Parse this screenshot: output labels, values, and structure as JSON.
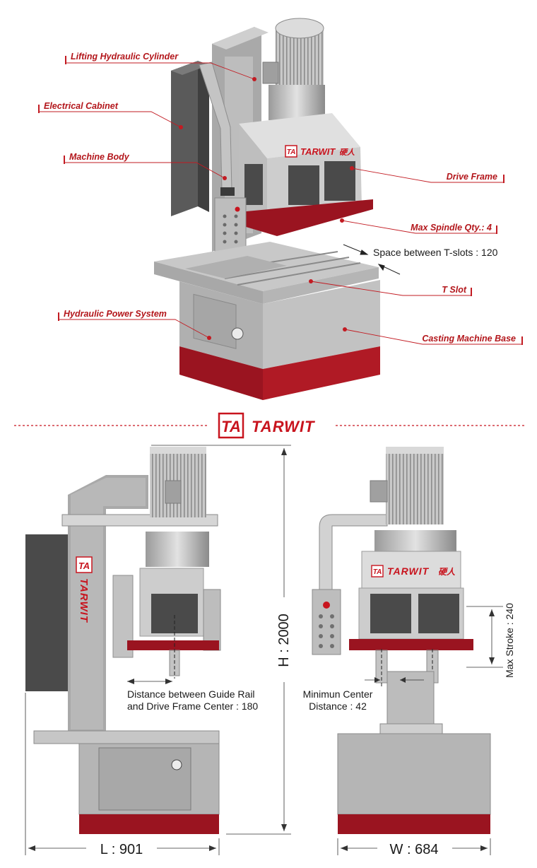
{
  "brand": {
    "name": "TARWIT",
    "logo_letters": "TA",
    "suffix": "硬人",
    "accent": "#c8141e"
  },
  "callouts": [
    {
      "id": "lifting",
      "text": "Lifting Hydraulic Cylinder"
    },
    {
      "id": "cabinet",
      "text": "Electrical Cabinet"
    },
    {
      "id": "body",
      "text": "Machine Body"
    },
    {
      "id": "hydraulic",
      "text": "Hydraulic Power System"
    },
    {
      "id": "drive",
      "text": "Drive Frame"
    },
    {
      "id": "spindle",
      "text": "Max Spindle Qty.: 4"
    },
    {
      "id": "tslot",
      "text": "T Slot"
    },
    {
      "id": "base",
      "text": "Casting Machine Base"
    }
  ],
  "dimensions": {
    "tslot_space": "Space between T-slots : 120",
    "height": "H : 2000",
    "length": "L : 901",
    "width": "W : 684",
    "max_stroke": "Max Stroke : 240",
    "guide_rail_line1": "Distance between Guide Rail",
    "guide_rail_line2": "and Drive Frame Center : 180",
    "min_center_line1": "Minimun Center",
    "min_center_line2": "Distance : 42"
  },
  "colors": {
    "machine_grey": "#b9b9b9",
    "dark_panel": "#4a4a4a",
    "red_base": "#9a1420",
    "callout_red": "#b3161b"
  }
}
